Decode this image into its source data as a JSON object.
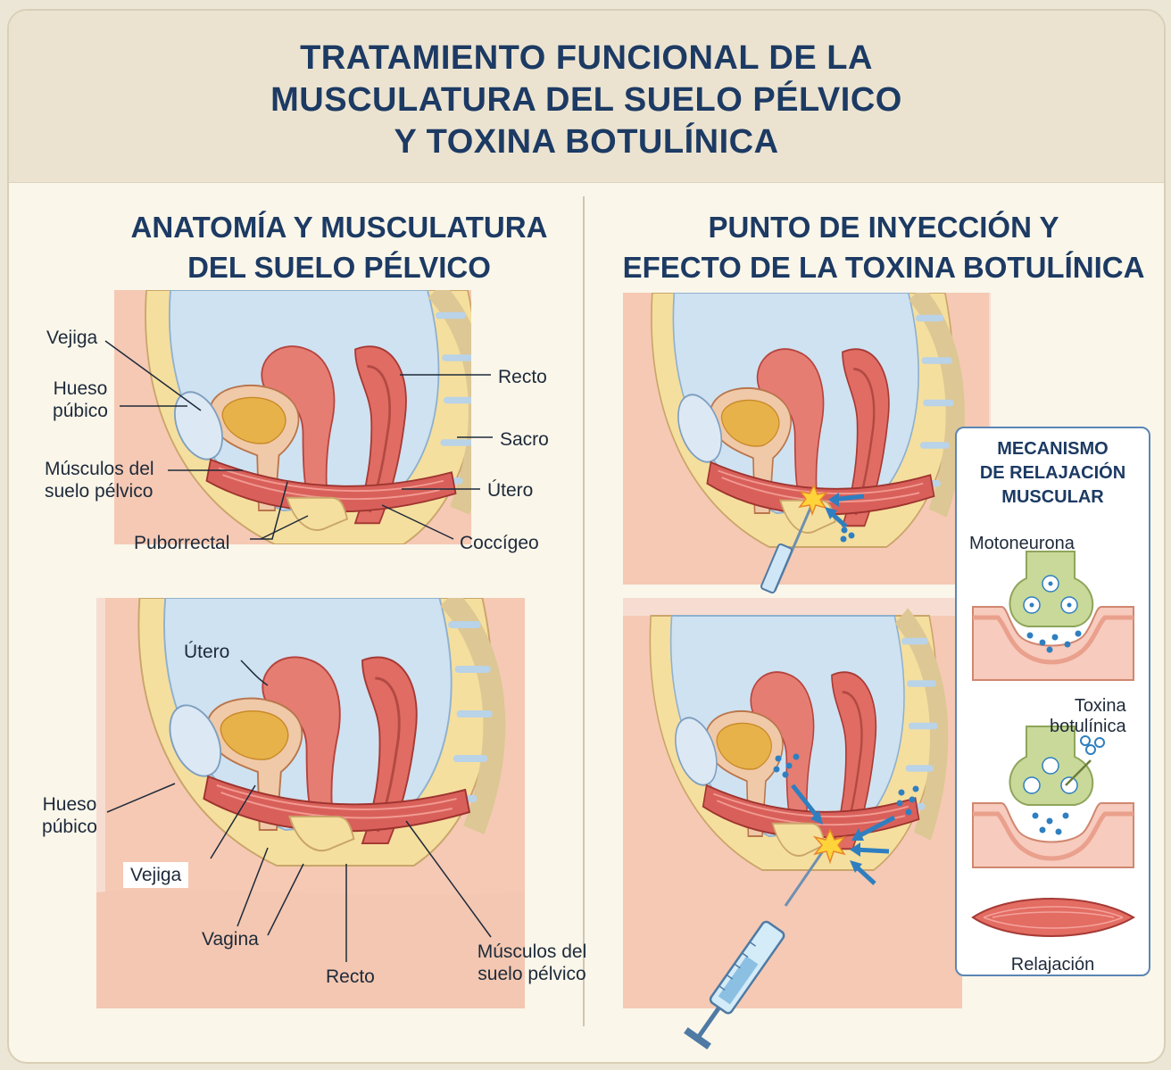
{
  "title": {
    "line1": "TRATAMIENTO FUNCIONAL DE LA",
    "line2": "MUSCULATURA DEL SUELO PÉLVICO",
    "line3": "Y TOXINA BOTULÍNICA"
  },
  "left_section": {
    "heading_line1": "ANATOMÍA Y MUSCULATURA",
    "heading_line2": "DEL SUELO PÉLVICO",
    "top_labels": {
      "vejiga": "Vejiga",
      "hueso_publico_1": "Hueso",
      "hueso_publico_2": "púbico",
      "musculos_1": "Músculos del",
      "musculos_2": "suelo pélvico",
      "puborrectal": "Puborrectal",
      "recto": "Recto",
      "sacro": "Sacro",
      "utero": "Útero",
      "coccigeo": "Coccígeo"
    },
    "bottom_labels": {
      "utero": "Útero",
      "hueso_publico_1": "Hueso",
      "hueso_publico_2": "púbico",
      "vejiga": "Vejiga",
      "vagina": "Vagina",
      "recto": "Recto",
      "musculos_1": "Músculos del",
      "musculos_2": "suelo pélvico"
    }
  },
  "right_section": {
    "heading_line1": "PUNTO DE INYECCIÓN Y",
    "heading_line2": "EFECTO DE LA TOXINA BOTULÍNICA"
  },
  "mechanism": {
    "title_line1": "MECANISMO",
    "title_line2": "DE RELAJACIÓN",
    "title_line3": "MUSCULAR",
    "motoneurona": "Motoneurona",
    "toxina_1": "Toxina",
    "toxina_2": "botulínica",
    "relajacion": "Relajación"
  },
  "colors": {
    "title_navy": "#1c3a63",
    "muscle_red": "#d9605a",
    "bone_yellow": "#f5df9e",
    "bladder_blue": "#cfe2f1",
    "toxin_blue": "#2f7fc0"
  }
}
